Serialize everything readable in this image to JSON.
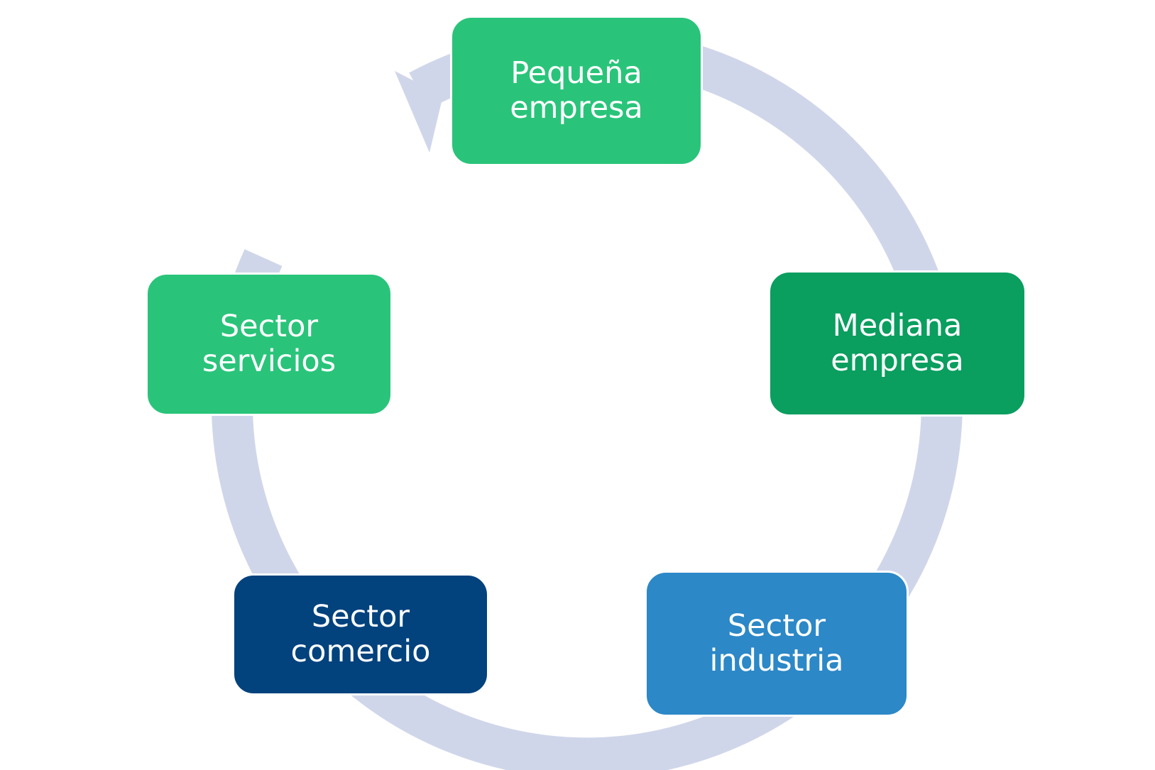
{
  "colors": {
    "ring": "#d0d6ea",
    "green_light": "#29c47a",
    "green_dark": "#0a9e5f",
    "blue_light": "#2c88c7",
    "blue_dark": "#02427d",
    "text": "#ffffff"
  },
  "nodes": [
    {
      "id": "pequena",
      "line1": "Pequeña",
      "line2": "empresa",
      "color": "#29c47a"
    },
    {
      "id": "mediana",
      "line1": "Mediana",
      "line2": "empresa",
      "color": "#0a9e5f"
    },
    {
      "id": "industria",
      "line1": "Sector",
      "line2": "industria",
      "color": "#2c88c7"
    },
    {
      "id": "comercio",
      "line1": "Sector",
      "line2": "comercio",
      "color": "#02427d"
    },
    {
      "id": "servicios",
      "line1": "Sector",
      "line2": "servicios",
      "color": "#29c47a"
    }
  ],
  "cycle_direction": "clockwise",
  "icons": {
    "arrowhead": "arrowhead-icon"
  }
}
